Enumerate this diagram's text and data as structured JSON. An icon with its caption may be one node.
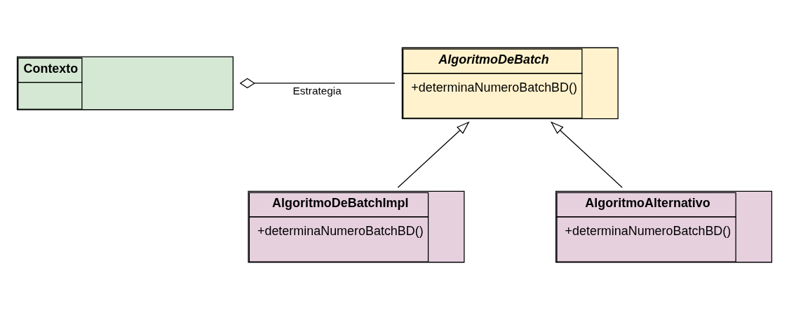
{
  "diagram": {
    "nodes": [
      {
        "text": [
          "Contexto"
        ]
      },
      {
        "text": [
          "AlgoritmoDeBatch",
          "+determinaNumeroBatchBD()"
        ]
      },
      {
        "text": [
          "AlgoritmoDeBatchImpl",
          "+determinaNumeroBatchBD()"
        ]
      },
      {
        "text": [
          "AlgoritmoAlternativo",
          "+determinaNumeroBatchBD()"
        ]
      }
    ],
    "edges": [
      {
        "from": 0,
        "to": 1,
        "arrow": "other",
        "label": "Estrategia"
      },
      {
        "from": 2,
        "to": 1,
        "arrow": "to"
      },
      {
        "from": 3,
        "to": 1,
        "arrow": "to"
      }
    ]
  }
}
